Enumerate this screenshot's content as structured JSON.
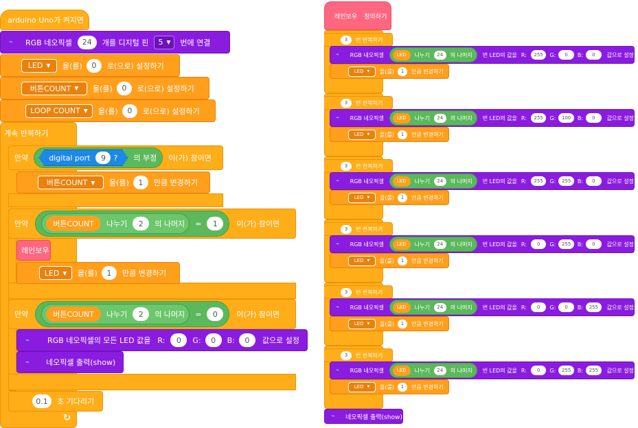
{
  "left": {
    "hat": "arduino Uno가 켜지면",
    "rgb_connect": {
      "label": "RGB 네오픽셀",
      "count": "24",
      "mid": "개를 디지털 핀",
      "pin": "5",
      "suffix": "번에 연결"
    },
    "set_led": {
      "var": "LED",
      "particle": "을(를)",
      "value": "0",
      "suffix": "로(으로) 설정하기"
    },
    "set_btn": {
      "var": "버튼COUNT",
      "particle": "을(를)",
      "value": "0",
      "suffix": "로(으로) 설정하기"
    },
    "set_loop": {
      "var": "LOOP COUNT",
      "particle": "을(를)",
      "value": "0",
      "suffix": "로(으로) 설정하기"
    },
    "forever": "계속 반복하기",
    "if1": {
      "label": "만약",
      "port": "digital port",
      "port_num": "9",
      "q": "?",
      "neg": "의 부정",
      "then": "이(가) 참이면"
    },
    "change_btn": {
      "var": "버튼COUNT",
      "particle": "을(를)",
      "value": "1",
      "suffix": "만큼 변경하기"
    },
    "if2": {
      "label": "만약",
      "var": "버튼COUNT",
      "div": "나누기",
      "divisor": "2",
      "rem": "의 나머지",
      "eq": "=",
      "target": "1",
      "then": "이(가) 참이면"
    },
    "rainbow_call": "레인보우",
    "change_led": {
      "var": "LED",
      "particle": "을(를)",
      "value": "1",
      "suffix": "만큼 변경하기"
    },
    "if3": {
      "label": "만약",
      "var": "버튼COUNT",
      "div": "나누기",
      "divisor": "2",
      "rem": "의 나머지",
      "eq": "=",
      "target": "0",
      "then": "이(가) 참이면"
    },
    "all_led": {
      "label": "RGB 네오픽셀의 모든 LED 값을",
      "r_label": "R:",
      "r": "0",
      "g_label": "G:",
      "g": "0",
      "b_label": "B:",
      "b": "0",
      "suffix": "값으로 설정"
    },
    "show": "네오픽셀 출력(show)",
    "wait": {
      "value": "0.1",
      "suffix": "초 기다리기"
    }
  },
  "right": {
    "define": {
      "name": "레인보우",
      "label": "정의하기"
    },
    "repeats": [
      {
        "times": "3",
        "label": "번 반복하기",
        "var": "LED",
        "div": "나누기",
        "divisor": "24",
        "rem": "의 나머지",
        "mid": "번 LED의 값을",
        "r": "255",
        "g": "0",
        "b": "0",
        "suffix": "값으로 설정",
        "change_var": "LED",
        "change_particle": "을(를)",
        "change_value": "1",
        "change_suffix": "만큼 변경하기"
      },
      {
        "times": "3",
        "label": "번 반복하기",
        "var": "LED",
        "div": "나누기",
        "divisor": "24",
        "rem": "의 나머지",
        "mid": "번 LED의 값을",
        "r": "255",
        "g": "100",
        "b": "0",
        "suffix": "값으로 설정",
        "change_var": "LED",
        "change_particle": "을(를)",
        "change_value": "1",
        "change_suffix": "만큼 변경하기"
      },
      {
        "times": "3",
        "label": "번 반복하기",
        "var": "LED",
        "div": "나누기",
        "divisor": "24",
        "rem": "의 나머지",
        "mid": "번 LED의 값을",
        "r": "255",
        "g": "255",
        "b": "0",
        "suffix": "값으로 설정",
        "change_var": "LED",
        "change_particle": "을(를)",
        "change_value": "1",
        "change_suffix": "만큼 변경하기"
      },
      {
        "times": "3",
        "label": "번 반복하기",
        "var": "LED",
        "div": "나누기",
        "divisor": "24",
        "rem": "의 나머지",
        "mid": "번 LED의 값을",
        "r": "0",
        "g": "255",
        "b": "0",
        "suffix": "값으로 설정",
        "change_var": "LED",
        "change_particle": "을(를)",
        "change_value": "1",
        "change_suffix": "만큼 변경하기"
      },
      {
        "times": "3",
        "label": "번 반복하기",
        "var": "LED",
        "div": "나누기",
        "divisor": "24",
        "rem": "의 나머지",
        "mid": "번 LED의 값을",
        "r": "0",
        "g": "0",
        "b": "255",
        "suffix": "값으로 설정",
        "change_var": "LED",
        "change_particle": "을(를)",
        "change_value": "1",
        "change_suffix": "만큼 변경하기"
      },
      {
        "times": "3",
        "label": "번 반복하기",
        "var": "LED",
        "div": "나누기",
        "divisor": "24",
        "rem": "의 나머지",
        "mid": "번 LED의 값을",
        "r": "0",
        "g": "255",
        "b": "255",
        "suffix": "값으로 설정",
        "change_var": "LED",
        "change_particle": "을(를)",
        "change_value": "1",
        "change_suffix": "만큼 변경하기"
      }
    ],
    "rgb_label": "RGB 네오픽셀",
    "r_label": "R:",
    "g_label": "G:",
    "b_label": "B:",
    "show": "네오픽셀 출력(show)"
  },
  "icons": {
    "neopixel": "neopixel-icon",
    "loop_arrow": "loop-arrow-icon",
    "dropdown": "dropdown-caret-icon"
  },
  "colors": {
    "event": "#ffad19",
    "variable": "#ff9f1c",
    "neopixel": "#8a1ce0",
    "operator": "#5cb85c",
    "sensor": "#1e88e5",
    "function": "#ff6680"
  }
}
